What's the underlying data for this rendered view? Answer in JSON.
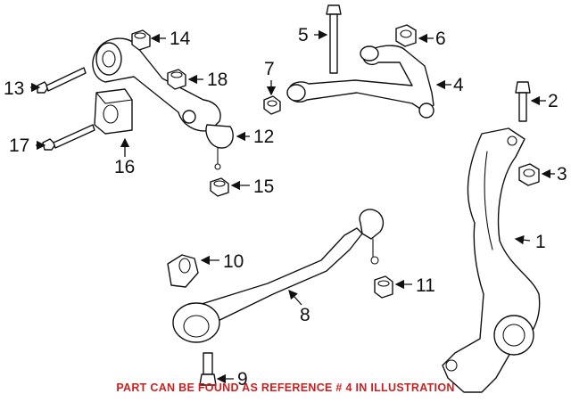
{
  "diagram": {
    "callouts": [
      "1",
      "2",
      "3",
      "4",
      "5",
      "6",
      "7",
      "8",
      "9",
      "10",
      "11",
      "12",
      "13",
      "14",
      "15",
      "16",
      "17",
      "18"
    ],
    "note": "PART CAN BE FOUND AS REFERENCE # 4 IN ILLUSTRATION",
    "note_color": "#cc1f1f"
  }
}
